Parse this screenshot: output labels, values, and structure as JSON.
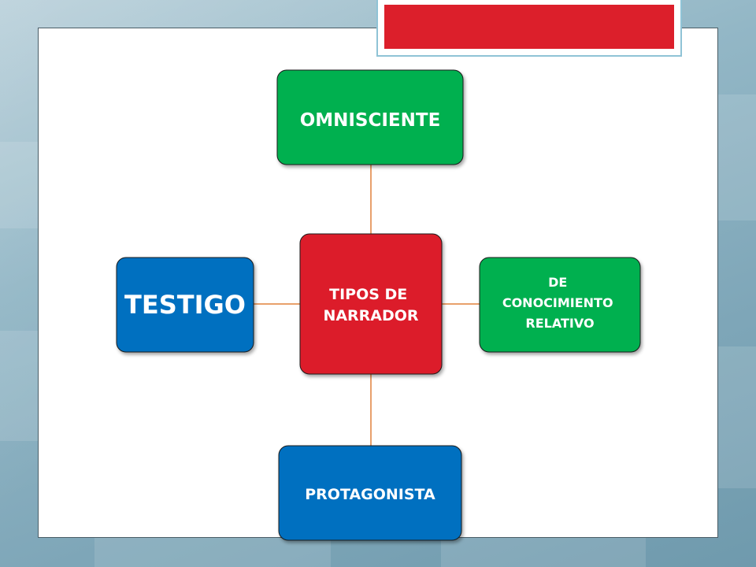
{
  "slide": {
    "title_text": ""
  },
  "diagram": {
    "center": {
      "lines": [
        "TIPOS DE",
        "NARRADOR"
      ],
      "color": "#dc1f2b"
    },
    "top": {
      "lines": [
        "OMNISCIENTE"
      ],
      "color": "#00b050"
    },
    "right": {
      "lines": [
        "DE",
        "CONOCIMIENTO",
        "RELATIVO"
      ],
      "color": "#00b050"
    },
    "bottom": {
      "lines": [
        "PROTAGONISTA"
      ],
      "color": "#0070c0"
    },
    "left": {
      "lines": [
        "TESTIGO"
      ],
      "color": "#0070c0"
    },
    "connector_color": "#e0803a"
  }
}
